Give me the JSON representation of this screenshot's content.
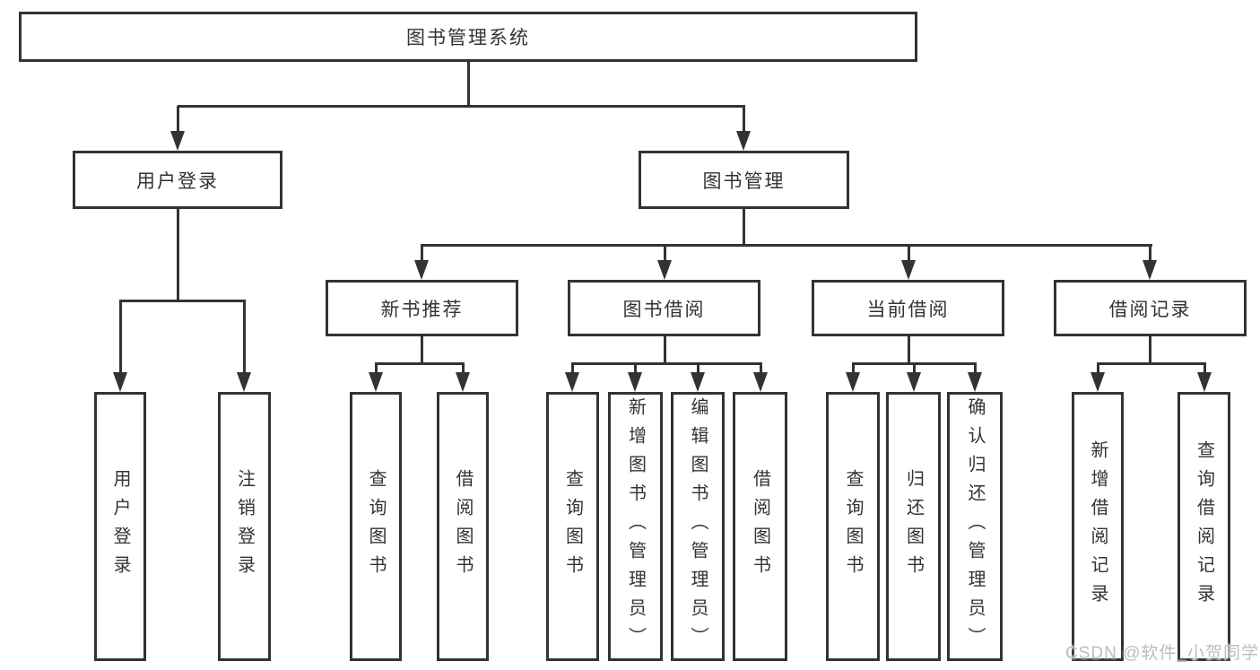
{
  "colors": {
    "line": "#333333",
    "text": "#333333",
    "background": "#ffffff",
    "watermark": "#bdbdbd"
  },
  "watermark": "CSDN @软件_小贺同学",
  "tree": {
    "root": "图书管理系统",
    "login": {
      "label": "用户登录",
      "leaves": [
        "用户登录",
        "注销登录"
      ]
    },
    "manage": {
      "label": "图书管理",
      "children": [
        {
          "label": "新书推荐",
          "leaves": [
            "查询图书",
            "借阅图书"
          ]
        },
        {
          "label": "图书借阅",
          "leaves": [
            "查询图书",
            "新增图书（管理员）",
            "编辑图书（管理员）",
            "借阅图书"
          ]
        },
        {
          "label": "当前借阅",
          "leaves": [
            "查询图书",
            "归还图书",
            "确认归还（管理员）"
          ]
        },
        {
          "label": "借阅记录",
          "leaves": [
            "新增借阅记录",
            "查询借阅记录"
          ]
        }
      ]
    }
  }
}
